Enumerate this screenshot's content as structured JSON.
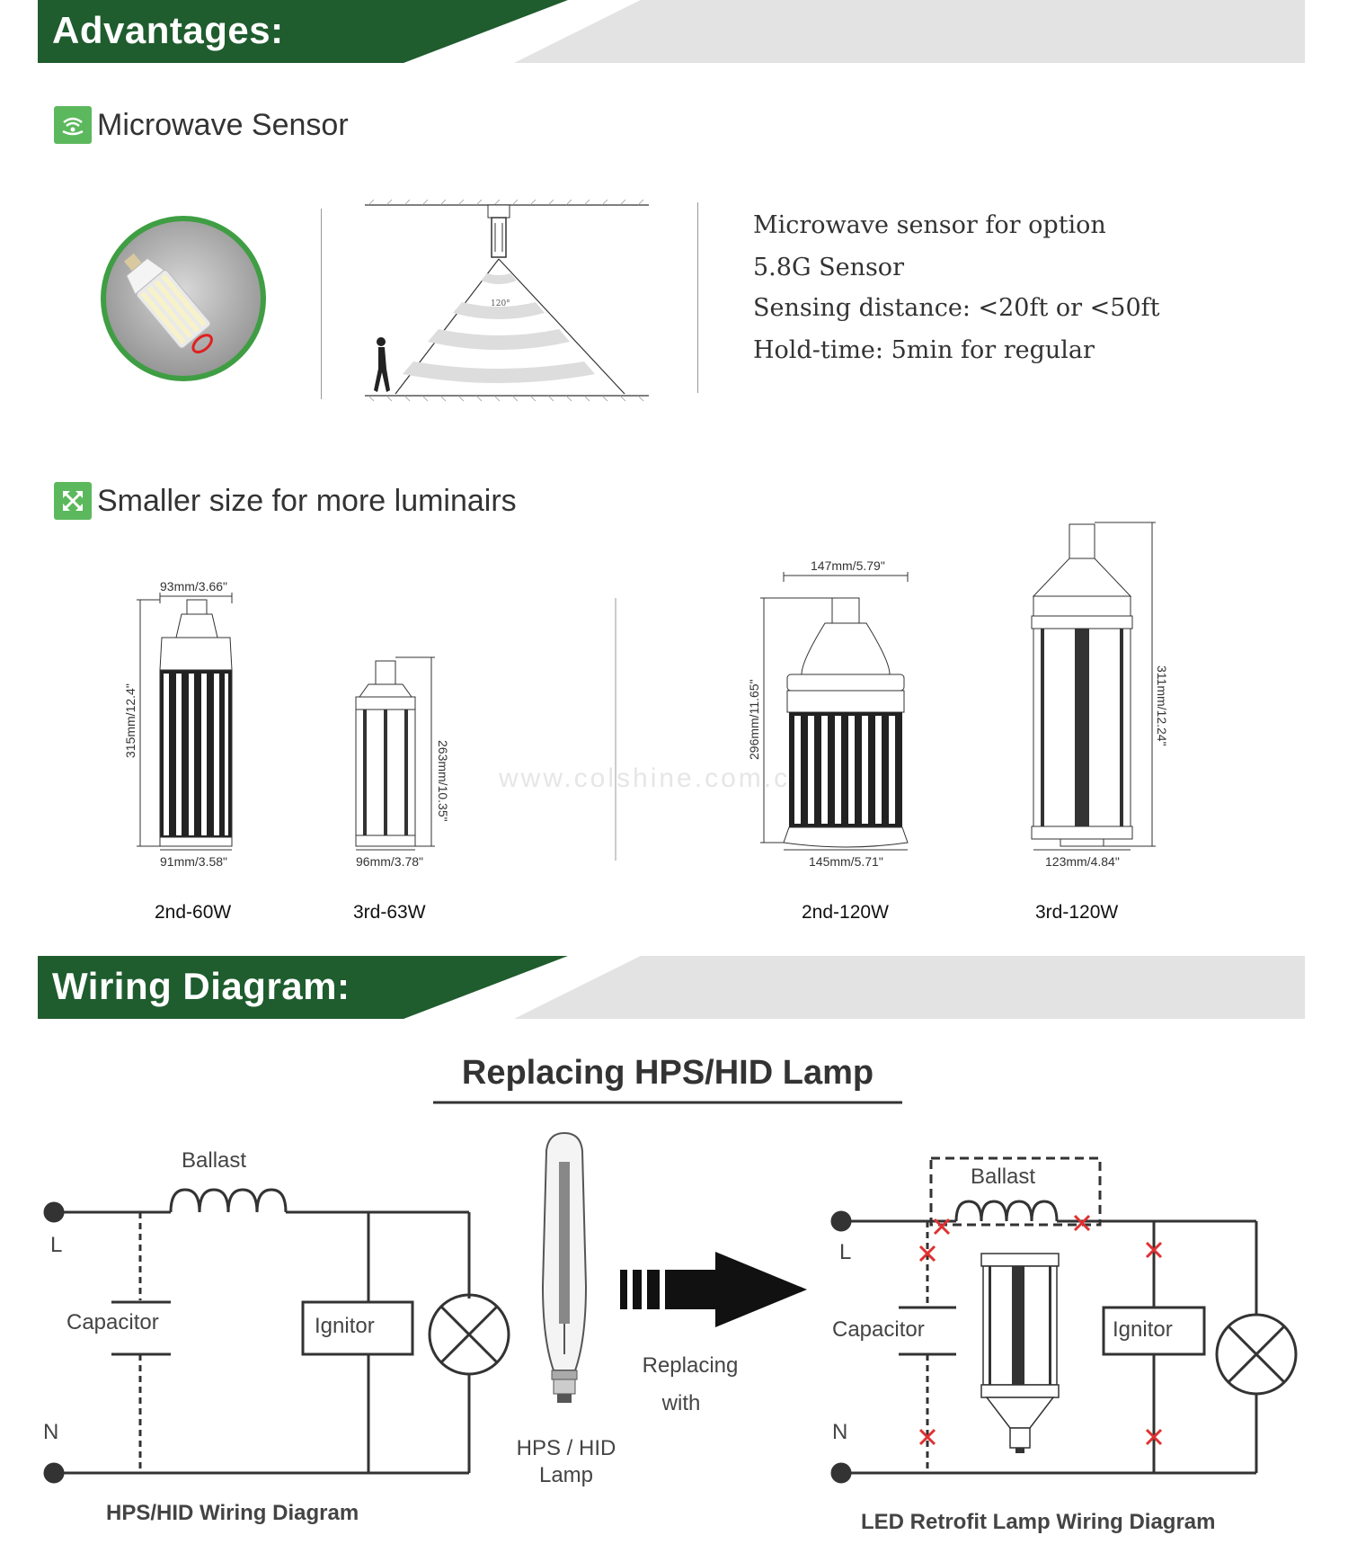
{
  "advantages": {
    "title": "Advantages:"
  },
  "microwave": {
    "heading": "Microwave Sensor",
    "angle_label": "120°",
    "specs": [
      "Microwave sensor for option",
      "5.8G Sensor",
      "Sensing distance: <20ft or <50ft",
      "Hold-time: 5min for regular"
    ]
  },
  "sizes": {
    "heading": "Smaller size for more luminairs",
    "watermark": "www.colshine.com.cn",
    "lamps": [
      {
        "name": "2nd-60W",
        "top": "93mm/3.66\"",
        "bottom": "91mm/3.58\"",
        "height": "315mm/12.4\""
      },
      {
        "name": "3rd-63W",
        "bottom": "96mm/3.78\"",
        "height": "263mm/10.35\""
      },
      {
        "name": "2nd-120W",
        "top": "147mm/5.79\"",
        "bottom": "145mm/5.71\"",
        "height": "296mm/11.65\""
      },
      {
        "name": "3rd-120W",
        "bottom": "123mm/4.84\"",
        "height": "311mm/12.24\""
      }
    ]
  },
  "wiring": {
    "title": "Wiring Diagram:",
    "subtitle": "Replacing HPS/HID Lamp",
    "left": {
      "ballast": "Ballast",
      "L": "L",
      "N": "N",
      "capacitor": "Capacitor",
      "ignitor": "Ignitor",
      "caption": "HPS/HID Wiring Diagram"
    },
    "lamp_label_1": "HPS / HID",
    "lamp_label_2": "Lamp",
    "replacing_1": "Replacing",
    "replacing_2": "with",
    "right": {
      "ballast": "Ballast",
      "L": "L",
      "N": "N",
      "capacitor": "Capacitor",
      "ignitor": "Ignitor",
      "caption": "LED Retrofit Lamp Wiring Diagram"
    }
  },
  "colors": {
    "banner_green": "#1f5c2e",
    "accent_green": "#5cb85c",
    "banner_grey": "#e3e3e3",
    "cross_red": "#e03030"
  }
}
